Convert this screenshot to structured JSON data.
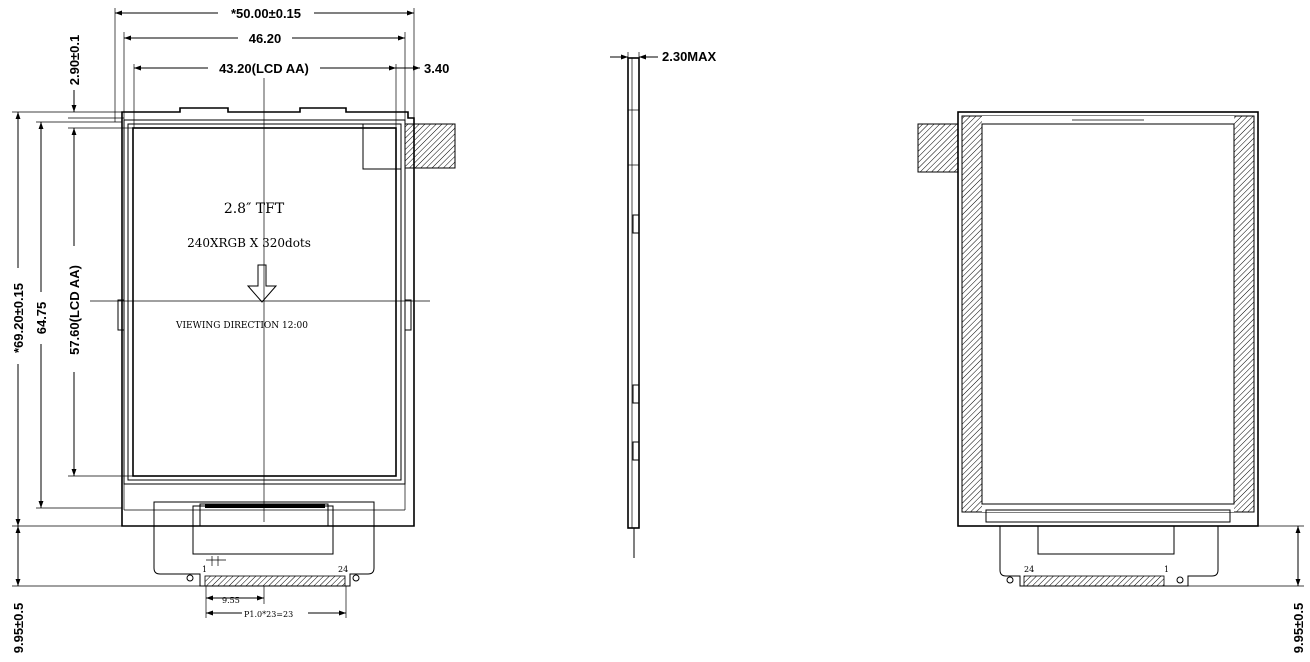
{
  "front_view": {
    "dim_outline_width": "*50.00±0.15",
    "dim_46_20": "46.20",
    "dim_lcd_aa_width": "43.20(LCD AA)",
    "dim_3_40": "3.40",
    "dim_2_90": "2.90±0.1",
    "dim_outline_height": "*69.20±0.15",
    "dim_64_75": "64.75",
    "dim_lcd_aa_height": "57.60(LCD AA)",
    "dim_tail": "9.95±0.5",
    "panel_title": "2.8″ TFT",
    "panel_resolution": "240XRGB X 320dots",
    "viewing_direction": "VIEWING DIRECTION 12:00",
    "pin_first": "1",
    "pin_last": "24",
    "dim_9_55": "9.55",
    "dim_pitch": "P1.0*23=23"
  },
  "side_view": {
    "dim_thickness": "2.30MAX"
  },
  "back_view": {
    "pin_first": "24",
    "pin_last": "1",
    "dim_tail": "9.95±0.5"
  }
}
